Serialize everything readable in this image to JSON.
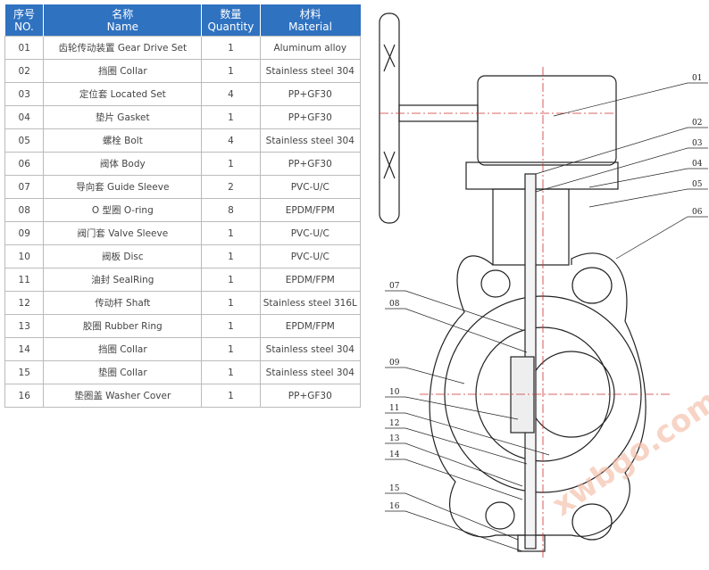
{
  "table": {
    "headers": [
      {
        "zh": "序号",
        "en": "NO."
      },
      {
        "zh": "名称",
        "en": "Name"
      },
      {
        "zh": "数量",
        "en": "Quantity"
      },
      {
        "zh": "材料",
        "en": "Material"
      }
    ],
    "rows": [
      [
        "01",
        "齿轮传动装置 Gear Drive Set",
        "1",
        "Aluminum alloy"
      ],
      [
        "02",
        "挡圈 Collar",
        "1",
        "Stainless steel 304"
      ],
      [
        "03",
        "定位套 Located Set",
        "4",
        "PP+GF30"
      ],
      [
        "04",
        "垫片 Gasket",
        "1",
        "PP+GF30"
      ],
      [
        "05",
        "螺栓 Bolt",
        "4",
        "Stainless steel 304"
      ],
      [
        "06",
        "阀体 Body",
        "1",
        "PP+GF30"
      ],
      [
        "07",
        "导向套 Guide Sleeve",
        "2",
        "PVC-U/C"
      ],
      [
        "08",
        "O 型圈 O-ring",
        "8",
        "EPDM/FPM"
      ],
      [
        "09",
        "阀门套 Valve Sleeve",
        "1",
        "PVC-U/C"
      ],
      [
        "10",
        "阀板 Disc",
        "1",
        "PVC-U/C"
      ],
      [
        "11",
        "油封 SealRing",
        "1",
        "EPDM/FPM"
      ],
      [
        "12",
        "传动杆 Shaft",
        "1",
        "Stainless steel 316L"
      ],
      [
        "13",
        "胶圈 Rubber Ring",
        "1",
        "EPDM/FPM"
      ],
      [
        "14",
        "挡圈 Collar",
        "1",
        "Stainless steel 304"
      ],
      [
        "15",
        "垫圈 Collar",
        "1",
        "Stainless steel 304"
      ],
      [
        "16",
        "垫圈盖 Washer Cover",
        "1",
        "PP+GF30"
      ]
    ]
  },
  "diagram": {
    "callouts": [
      "01",
      "02",
      "03",
      "04",
      "05",
      "06",
      "07",
      "08",
      "09",
      "10",
      "11",
      "12",
      "13",
      "14",
      "15",
      "16"
    ]
  },
  "watermark": "xwbgo.com"
}
